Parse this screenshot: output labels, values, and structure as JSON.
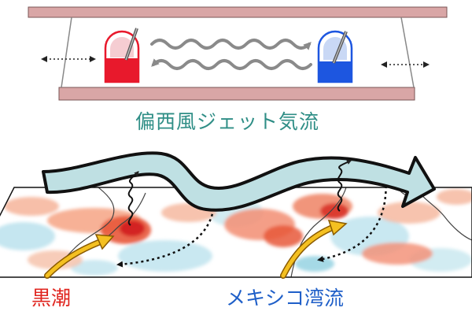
{
  "labels": {
    "jet_stream": "偏西風ジェット気流",
    "kuroshio": "黒潮",
    "gulf_stream": "メキシコ湾流"
  },
  "colors": {
    "jet_text": "#2f8e86",
    "kuroshio_text": "#e0251f",
    "gulf_text": "#1f5fc8",
    "plate": "#d9a6a6",
    "jet_arrow": "#bfe0e3",
    "warm_current": "#f4c021",
    "hot_box": "#e8192c",
    "cold_box": "#1d56e0",
    "sst_warm": "#e8583a",
    "sst_cool": "#8ecfe0"
  },
  "icons": {
    "left_meter": "thermometer-gauge-icon",
    "right_meter": "thermometer-gauge-icon",
    "left_arrow": "double-arrow-icon",
    "right_arrow": "double-arrow-icon"
  }
}
